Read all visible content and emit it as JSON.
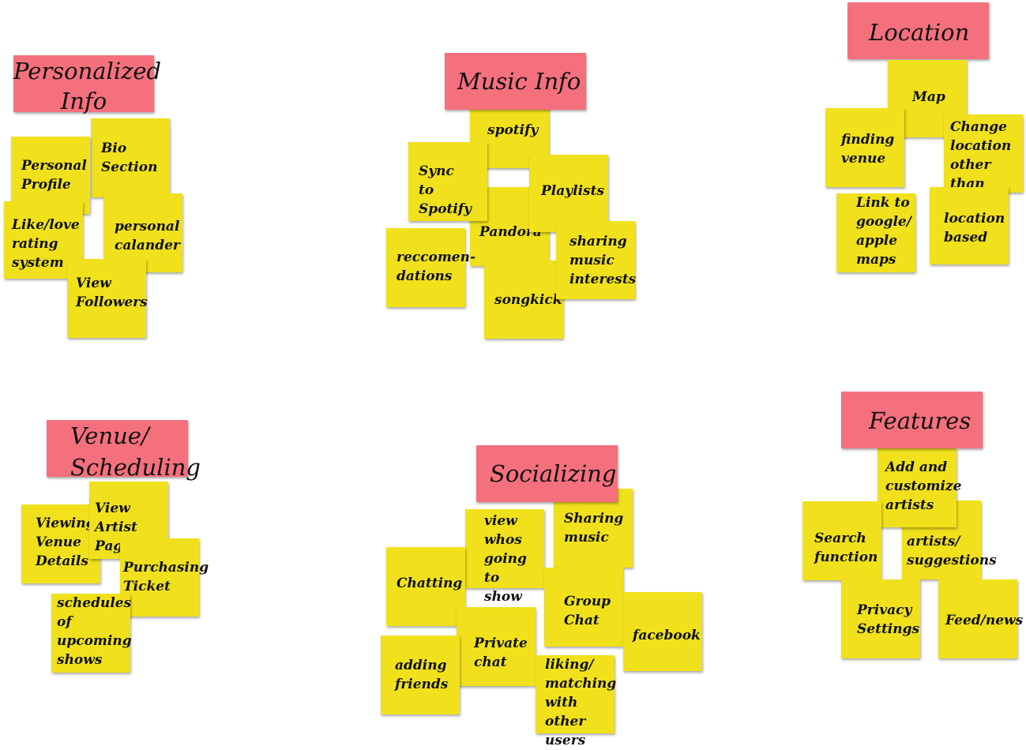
{
  "colors": {
    "header": "#f5707d",
    "note": "#f0e11c",
    "background": "#ffffff"
  },
  "personalized": {
    "title": "Personalized\nInfo",
    "bio_section": "Bio\nSection",
    "personal_profile": "Personal\nProfile",
    "like_love_rating": "Like/love\nrating\nsystem",
    "personal_calendar": "personal\ncalander",
    "view_followers": "View\nFollowers"
  },
  "music": {
    "title": "Music Info",
    "spotify": "spotify",
    "sync_to_spotify": "Sync\nto Spotify",
    "playlists": "Playlists",
    "pandora": "Pandora",
    "recommendations": "reccomen-\ndations",
    "sharing_music_interests": "sharing\nmusic\ninterests",
    "songkick": "songkick"
  },
  "location": {
    "title": "Location",
    "map": "Map",
    "finding_venue": "finding\nvenue",
    "change_location": "Change\nlocation\nother than\ncurrent",
    "link_to_maps": "Link to\ngoogle/\napple\nmaps",
    "location_based": "location\nbased"
  },
  "venue": {
    "title": "Venue/\nScheduling",
    "view_artist_page": "View Artist\nPage",
    "viewing_venue_details": "Viewing\nVenue\nDetails",
    "purchasing_ticket": "Purchasing\nTicket",
    "schedules_upcoming_shows": "schedules\nof\nupcoming\nshows"
  },
  "socializing": {
    "title": "Socializing",
    "sharing_music": "Sharing\nmusic",
    "view_whos_going": "view\nwhos\ngoing to\nshow",
    "chatting": "Chatting",
    "group_chat": "Group\nChat",
    "facebook": "facebook",
    "private_chat": "Private\nchat",
    "adding_friends": "adding\nfriends",
    "liking_matching": "liking/\nmatching\nwith other\nusers"
  },
  "features": {
    "title": "Features",
    "add_customize_artists": "Add and\ncustomize\nartists",
    "artists_suggestions": "artists/\nsuggestions",
    "search_function": "Search\nfunction",
    "privacy_settings": "Privacy\nSettings",
    "feed_news": "Feed/news"
  }
}
